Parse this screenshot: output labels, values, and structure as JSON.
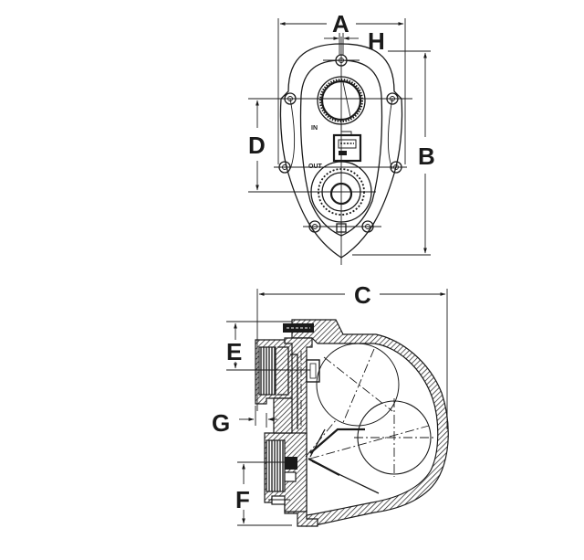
{
  "figure": {
    "subject": "Float and thermostatic steam trap dimensional drawing",
    "views": [
      {
        "name": "front-view",
        "description": "Front elevation of trap body cover"
      },
      {
        "name": "side-section-view",
        "description": "Side cross-section of trap body"
      }
    ]
  },
  "dimensions": {
    "A": "A",
    "B": "B",
    "C": "C",
    "D": "D",
    "E": "E",
    "F": "F",
    "G": "G",
    "H": "H"
  },
  "port_labels": {
    "inlet": "IN",
    "outlet": "OUT"
  },
  "colors": {
    "line": "#1a1a1a",
    "background": "#ffffff"
  }
}
